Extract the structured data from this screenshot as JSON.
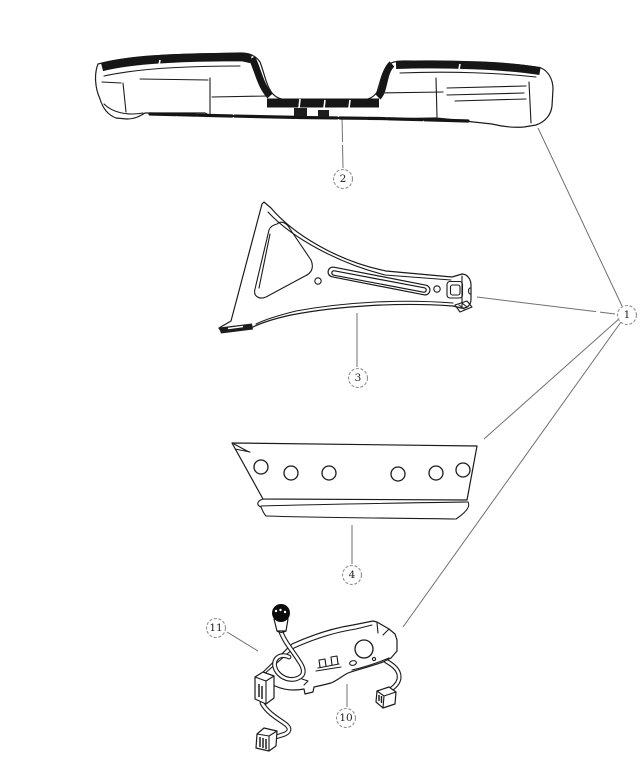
{
  "page": {
    "background_color": "#ffffff",
    "ink_color": "#1b1b1b",
    "leader_line_color": "#707070",
    "callout_ring_color": "#8f8f8f",
    "callout_text_color": "#1f1f1f"
  },
  "diagram": {
    "kind": "exploded-parts-diagram",
    "subject": "rear step bumper assembly",
    "callouts": [
      {
        "label": "1",
        "points_to": "bumper-end, bracket-end, plate-end, harness"
      },
      {
        "label": "2",
        "points_to": "rear-step-bumper"
      },
      {
        "label": "3",
        "points_to": "bumper-support-bracket"
      },
      {
        "label": "4",
        "points_to": "mounting-plate"
      },
      {
        "label": "10",
        "points_to": "wiring-harness-bracket"
      },
      {
        "label": "11",
        "points_to": "harness-wire-grommet-ball"
      }
    ]
  }
}
